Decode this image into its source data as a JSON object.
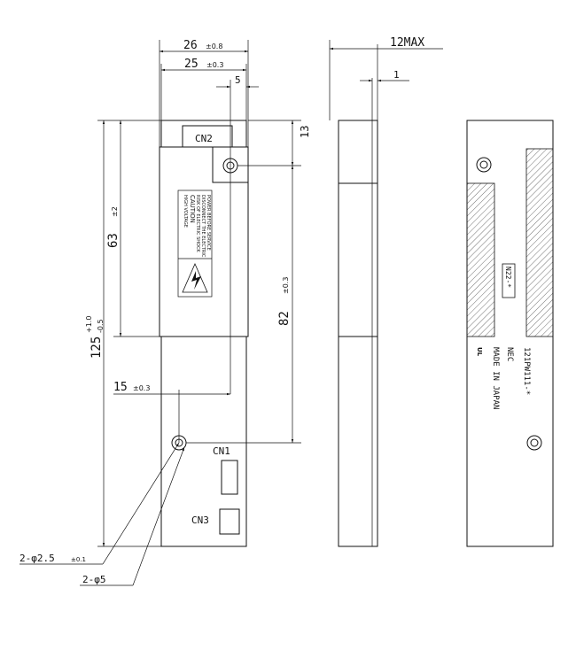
{
  "dimensions": {
    "width_26": "26",
    "width_26_tol": "±0.8",
    "width_25": "25",
    "width_25_tol": "±0.3",
    "hole_offset_5": "5",
    "height_13": "13",
    "height_63": "63",
    "height_63_tol": "±2",
    "height_82": "82",
    "height_82_tol": "±0.3",
    "height_125": "125",
    "height_125_tol_upper": "+1.0",
    "height_125_tol_lower": "-0.5",
    "offset_15": "15",
    "offset_15_tol": "±0.3",
    "thickness_max": "12MAX",
    "thickness_1": "1",
    "hole_small": "2-φ2.5",
    "hole_small_tol": "±0.1",
    "hole_large": "2-φ5"
  },
  "connectors": {
    "cn1": "CN1",
    "cn2": "CN2",
    "cn3": "CN3"
  },
  "caution_label": {
    "line1": "HIGH VOLTAGE",
    "line2": "CAUTION",
    "line3": "RISK OF ELECTRIC SHOCK",
    "line4": "DISCONNECT THE ELECTRIC",
    "line5": "POWER BEFORE SERVICE"
  },
  "back_markings": {
    "model": "121PW111-*",
    "maker": "NEC",
    "origin": "MADE IN JAPAN",
    "lot_tag": "N22-*",
    "cert_mark": "UL"
  }
}
